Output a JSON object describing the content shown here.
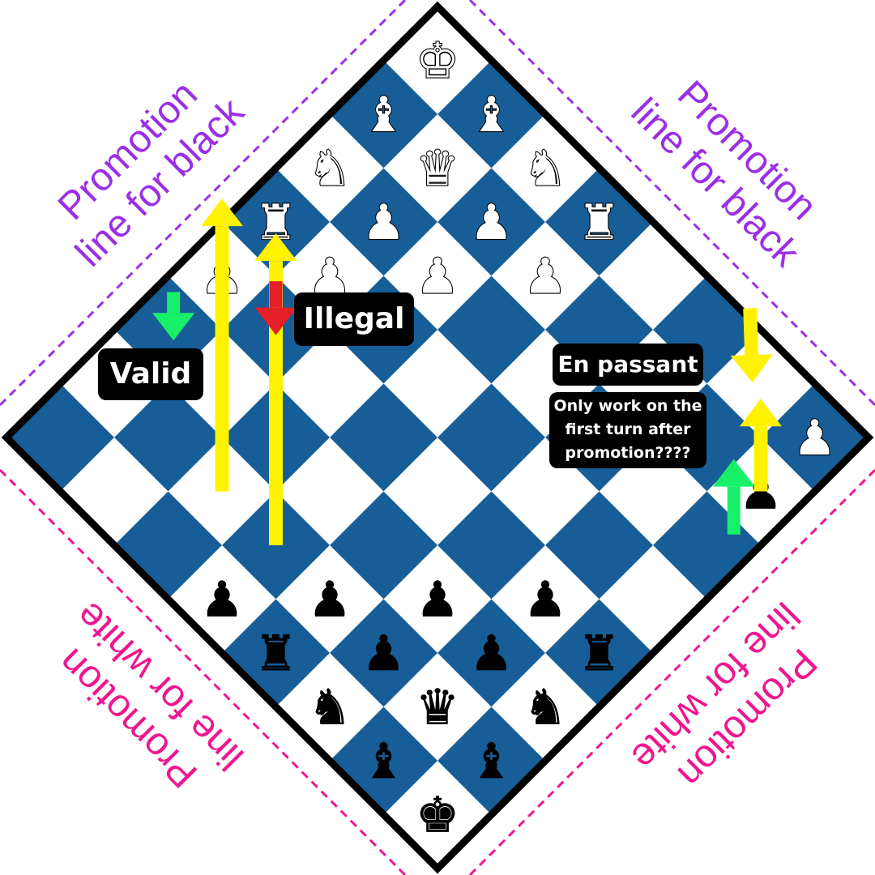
{
  "colors": {
    "dark_square": "#175e98",
    "light_square": "#ffffff",
    "board_border": "#000000",
    "black_promotion_color": "#9b2ee6",
    "white_promotion_color": "#f0158f",
    "valid_arrow": "#19f06a",
    "illegal_arrow": "#e51f26",
    "path_arrow": "#fff200"
  },
  "zones": {
    "black_promotion_line": "Promotion\nline for black",
    "white_promotion_line": "Promotion\nline for white"
  },
  "callouts": {
    "valid": "Valid",
    "illegal": "Illegal",
    "en_passant": "En passant",
    "note": "Only work on the\nfirst turn after\npromotion????"
  },
  "pieces": [
    {
      "color": "white",
      "type": "king",
      "row": 0,
      "col": 0
    },
    {
      "color": "white",
      "type": "bishop",
      "row": 1,
      "col": 0
    },
    {
      "color": "white",
      "type": "bishop",
      "row": 0,
      "col": 1
    },
    {
      "color": "white",
      "type": "knight",
      "row": 2,
      "col": 0
    },
    {
      "color": "white",
      "type": "queen",
      "row": 1,
      "col": 1
    },
    {
      "color": "white",
      "type": "knight",
      "row": 0,
      "col": 2
    },
    {
      "color": "white",
      "type": "rook",
      "row": 3,
      "col": 0
    },
    {
      "color": "white",
      "type": "pawn",
      "row": 2,
      "col": 1
    },
    {
      "color": "white",
      "type": "pawn",
      "row": 1,
      "col": 2
    },
    {
      "color": "white",
      "type": "rook",
      "row": 0,
      "col": 3
    },
    {
      "color": "white",
      "type": "pawn",
      "row": 4,
      "col": 0
    },
    {
      "color": "white",
      "type": "pawn",
      "row": 3,
      "col": 1
    },
    {
      "color": "white",
      "type": "pawn",
      "row": 2,
      "col": 2
    },
    {
      "color": "white",
      "type": "pawn",
      "row": 1,
      "col": 3
    },
    {
      "color": "white",
      "type": "pawn",
      "row": 0,
      "col": 7
    },
    {
      "color": "black",
      "type": "pawn",
      "row": 1,
      "col": 7
    },
    {
      "color": "black",
      "type": "pawn",
      "row": 7,
      "col": 3
    },
    {
      "color": "black",
      "type": "pawn",
      "row": 6,
      "col": 4
    },
    {
      "color": "black",
      "type": "pawn",
      "row": 5,
      "col": 5
    },
    {
      "color": "black",
      "type": "pawn",
      "row": 4,
      "col": 6
    },
    {
      "color": "black",
      "type": "rook",
      "row": 7,
      "col": 4
    },
    {
      "color": "black",
      "type": "pawn",
      "row": 6,
      "col": 5
    },
    {
      "color": "black",
      "type": "pawn",
      "row": 5,
      "col": 6
    },
    {
      "color": "black",
      "type": "rook",
      "row": 4,
      "col": 7
    },
    {
      "color": "black",
      "type": "knight",
      "row": 7,
      "col": 5
    },
    {
      "color": "black",
      "type": "queen",
      "row": 6,
      "col": 6
    },
    {
      "color": "black",
      "type": "knight",
      "row": 5,
      "col": 7
    },
    {
      "color": "black",
      "type": "bishop",
      "row": 7,
      "col": 6
    },
    {
      "color": "black",
      "type": "bishop",
      "row": 6,
      "col": 7
    },
    {
      "color": "black",
      "type": "king",
      "row": 7,
      "col": 7
    }
  ],
  "arrows": [
    {
      "kind": "path",
      "from": [
        6,
        3
      ],
      "to": [
        3,
        0
      ],
      "shorten": 0.15
    },
    {
      "kind": "path",
      "from": [
        6,
        2
      ],
      "to": [
        3,
        -1
      ],
      "shorten": 0.4
    },
    {
      "kind": "path",
      "from": [
        1,
        7
      ],
      "to": [
        0,
        6
      ],
      "shorten": 0.2
    },
    {
      "kind": "path",
      "from": [
        -0.6,
        5.2
      ],
      "to": [
        0.1,
        5.95
      ],
      "shorten": 0.05
    },
    {
      "kind": "illegal",
      "from": [
        3.55,
        0.55
      ],
      "to": [
        4.05,
        1.05
      ],
      "shorten": 0.0
    },
    {
      "kind": "valid",
      "from": [
        4.6,
        -0.3
      ],
      "to": [
        5.05,
        0.15
      ],
      "shorten": 0.0
    },
    {
      "kind": "valid",
      "from": [
        1.65,
        7.15
      ],
      "to": [
        0.95,
        6.45
      ],
      "shorten": 0.0
    }
  ]
}
